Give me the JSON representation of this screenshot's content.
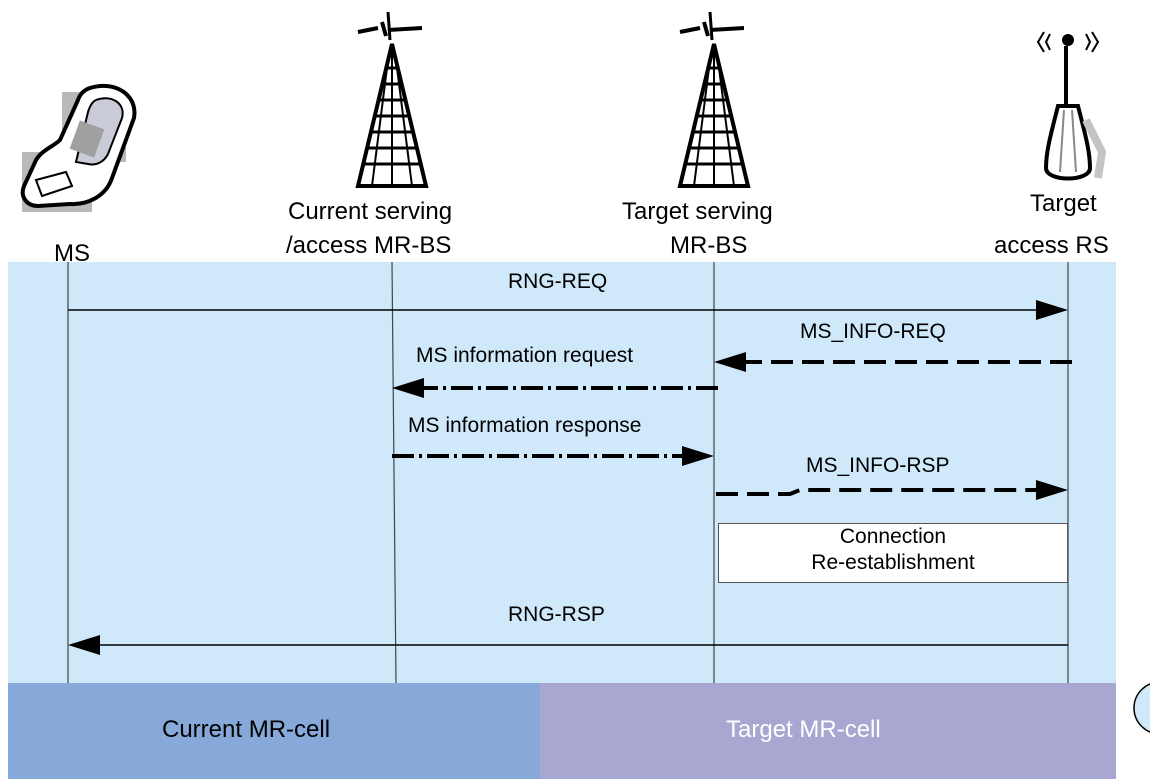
{
  "entities": {
    "ms": {
      "label": "MS"
    },
    "serving_bs": {
      "label_line1": "Current serving",
      "label_line2": "/access MR-BS"
    },
    "target_bs": {
      "label_line1": "Target serving",
      "label_line2": "MR-BS"
    },
    "target_rs": {
      "label_line1": "Target",
      "label_line2": "access RS"
    }
  },
  "messages": {
    "rng_req": "RNG-REQ",
    "ms_info_req": "MS_INFO-REQ",
    "ms_information_request": "MS information request",
    "ms_information_response": "MS information response",
    "ms_info_rsp": "MS_INFO-RSP",
    "rng_rsp": "RNG-RSP"
  },
  "process_box": {
    "line1": "Connection",
    "line2": "Re-establishment"
  },
  "cells": {
    "current": "Current MR-cell",
    "target": "Target  MR-cell"
  },
  "colors": {
    "sequence_panel": "#cfe9fb",
    "current_cell": "#86a9d9",
    "target_cell": "#a8a7d2",
    "target_cell_text": "#ffffff"
  },
  "icons": [
    "mobile-phone-icon",
    "base-station-tower-icon",
    "base-station-tower-icon",
    "relay-station-antenna-icon"
  ]
}
